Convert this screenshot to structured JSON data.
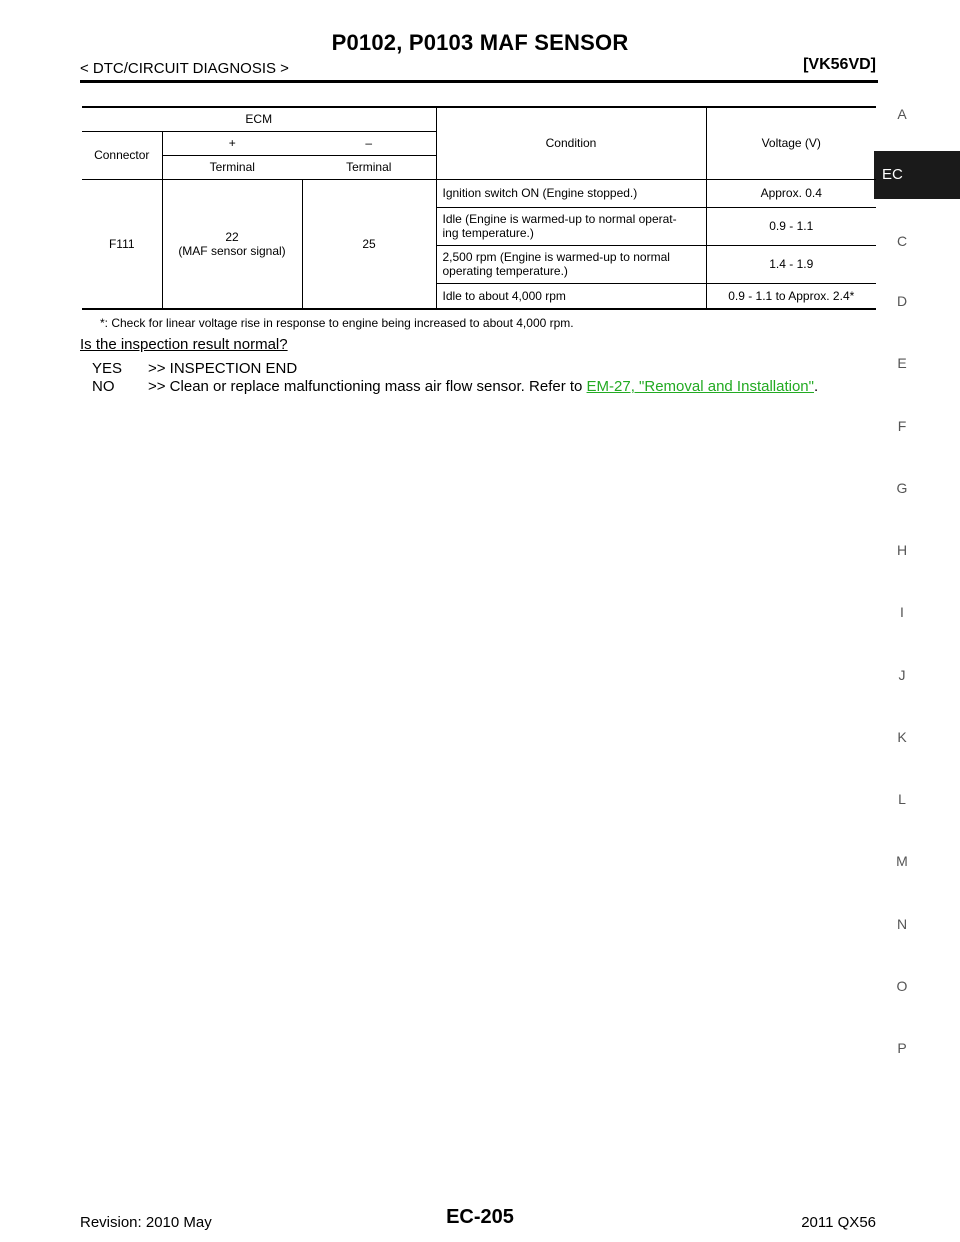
{
  "header": {
    "title": "P0102, P0103 MAF SENSOR",
    "section": "< DTC/CIRCUIT DIAGNOSIS >",
    "model": "[VK56VD]"
  },
  "tabs": [
    "A",
    "EC",
    "C",
    "D",
    "E",
    "F",
    "G",
    "H",
    "I",
    "J",
    "K",
    "L",
    "M",
    "N",
    "O",
    "P"
  ],
  "active_tab": "EC",
  "table": {
    "ecm": "ECM",
    "connector": "Connector",
    "plus": "+",
    "minus": "–",
    "terminal_plus": "Terminal",
    "terminal_minus": "Terminal",
    "condition": "Condition",
    "voltage": "Voltage (V)",
    "connector_value": "F111",
    "plus_terminal": "22",
    "plus_terminal_desc": "(MAF sensor signal)",
    "minus_terminal": "25",
    "rows": [
      {
        "condition": "Ignition switch ON (Engine stopped.)",
        "voltage": "Approx. 0.4"
      },
      {
        "condition_line1": "Idle (Engine is warmed-up to normal operat-",
        "condition_line2": "ing temperature.)",
        "voltage": "0.9 - 1.1"
      },
      {
        "condition_line1": "2,500 rpm (Engine is warmed-up to normal",
        "condition_line2": "operating temperature.)",
        "voltage": "1.4 - 1.9"
      },
      {
        "condition": "Idle to about 4,000 rpm",
        "voltage": "0.9 - 1.1  to Approx. 2.4*"
      }
    ]
  },
  "footnote": "*: Check for linear voltage rise in response to engine being increased to about 4,000 rpm.",
  "question": "Is the inspection result normal?",
  "answers": {
    "yes_key": "YES",
    "yes_text": ">> INSPECTION END",
    "no_key": "NO",
    "no_text": ">> Clean or replace malfunctioning mass air flow sensor. Refer to ",
    "no_link": "EM-27, \"Removal and Installation\"",
    "no_end": "."
  },
  "footer": {
    "revision": "Revision: 2010 May",
    "page": "EC-205",
    "model": "2011 QX56"
  }
}
